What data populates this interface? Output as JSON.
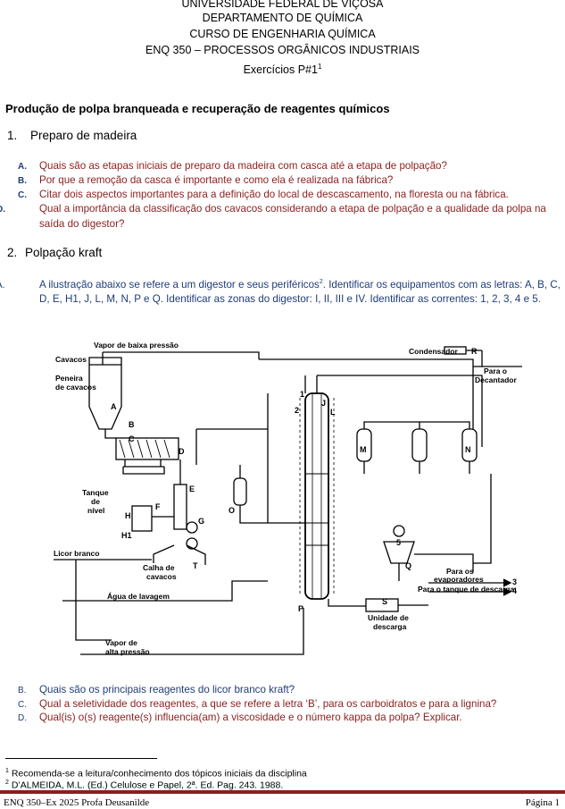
{
  "header": {
    "line1": "UNIVERSIDADE FEDERAL DE VIÇOSA",
    "line2": "DEPARTAMENTO DE QUÍMICA",
    "line3": "CURSO DE ENGENHARIA QUÍMICA",
    "line4": "ENQ 350 – PROCESSOS ORGÂNICOS INDUSTRIAIS",
    "line5": "Exercícios P#1",
    "line5_sup": "1"
  },
  "section_title": "Produção de polpa branqueada e recuperação de reagentes químicos",
  "part1": {
    "number": "1.",
    "title": "Preparo de madeira",
    "items": [
      {
        "letter": "A.",
        "text": "Quais são as etapas iniciais de preparo da madeira com casca até a etapa de polpação?"
      },
      {
        "letter": "B.",
        "text": "Por que a remoção da casca é importante e como ela é realizada na fábrica?"
      },
      {
        "letter": "C.",
        "text": "Citar dois aspectos importantes para a definição do local de descascamento, na floresta ou na fábrica."
      },
      {
        "letter": "D.",
        "text": "Qual a importância da classificação dos cavacos considerando a etapa de polpação e a qualidade da polpa na saída do digestor?"
      }
    ]
  },
  "part2": {
    "number": "2.",
    "title": "Polpação kraft",
    "intro_letter": "A.",
    "intro_text_a": "A ilustração abaixo se refere a um digestor e seus periféricos",
    "intro_sup": "2",
    "intro_text_b": ". Identificar os equipamentos com as letras: A, B, C, D, E, H1, J, L, M, N, P e Q. Identificar as zonas do digestor: I, II, III e IV. Identificar as correntes: 1, 2, 3, 4 e 5.",
    "items": [
      {
        "letter": "B.",
        "text": "Quais são os principais reagentes do licor branco kraft?"
      },
      {
        "letter": "C.",
        "text": "Qual a seletividade dos reagentes, a que se refere a letra ‘B’, para os carboidratos e para a lignina?"
      },
      {
        "letter": "D.",
        "text": "Qual(is) o(s) reagente(s) influencia(am) a viscosidade e o número kappa da polpa? Explicar."
      }
    ]
  },
  "diagram": {
    "labels": {
      "vapor_baixa": "Vapor de baixa pressão",
      "cavacos": "Cavacos",
      "peneira": "Peneira",
      "peneira2": "de cavacos",
      "tanque": "Tanque",
      "tanque2": "de",
      "tanque3": "nível",
      "licor_branco": "Licor branco",
      "calha": "Calha de",
      "calha2": "cavacos",
      "agua_lavagem": "Água de lavagem",
      "vapor_alta": "Vapor de",
      "vapor_alta2": "alta pressão",
      "condensador": "Condensador",
      "para_decantador": "Para o",
      "para_decantador2": "Decantador",
      "para_evaporadores": "Para os",
      "para_evaporadores2": "evaporadores",
      "tanque_descarga": "Para o tanque de descarga",
      "unidade_descarga": "Unidade de",
      "unidade_descarga2": "descarga"
    },
    "letters": [
      "A",
      "B",
      "C",
      "D",
      "E",
      "F",
      "G",
      "H",
      "H1",
      "J",
      "L",
      "M",
      "N",
      "O",
      "P",
      "Q",
      "R",
      "S",
      "T"
    ],
    "streams": [
      "1",
      "2",
      "3",
      "4",
      "5"
    ]
  },
  "footnotes": [
    {
      "num": "1",
      "text": " Recomenda-se a leitura/conhecimento dos tópicos iniciais da disciplina"
    },
    {
      "num": "2",
      "text": " D’ALMEIDA, M.L. (Ed.) Celulose e Papel, 2ª. Ed. Pag. 243. 1988."
    }
  ],
  "footer": {
    "left": "ENQ 350–Ex 2025 Profa Deusanilde",
    "right": "Página 1"
  }
}
